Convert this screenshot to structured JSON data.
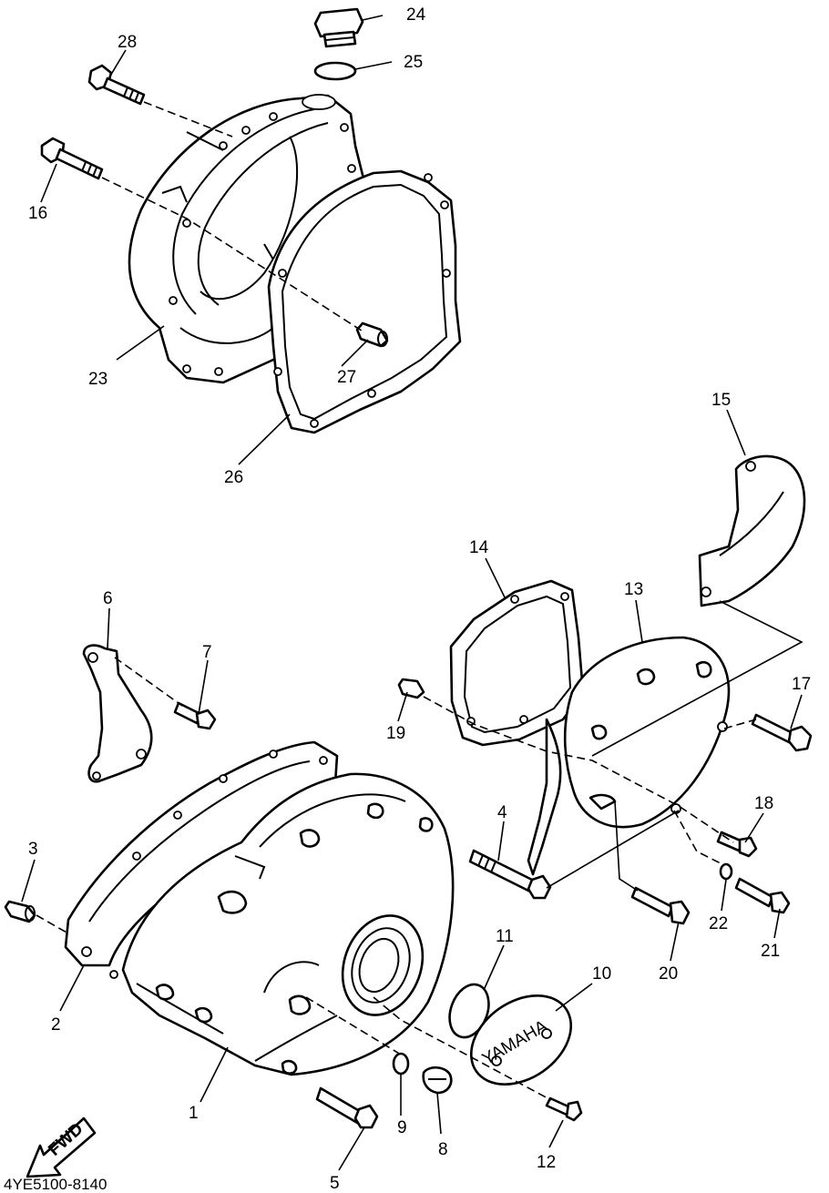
{
  "diagram": {
    "doc_code": "4YE5100-8140",
    "fwd_label": "FWD",
    "cover_logo": "YAMAHA",
    "callouts": {
      "p1": "1",
      "p2": "2",
      "p3": "3",
      "p4": "4",
      "p5": "5",
      "p6": "6",
      "p7": "7",
      "p8": "8",
      "p9": "9",
      "p10": "10",
      "p11": "11",
      "p12": "12",
      "p13": "13",
      "p14": "14",
      "p15": "15",
      "p16": "16",
      "p17": "17",
      "p18": "18",
      "p19": "19",
      "p20": "20",
      "p21": "21",
      "p22": "22",
      "p23": "23",
      "p24": "24",
      "p25": "25",
      "p26": "26",
      "p27": "27",
      "p28": "28"
    }
  }
}
